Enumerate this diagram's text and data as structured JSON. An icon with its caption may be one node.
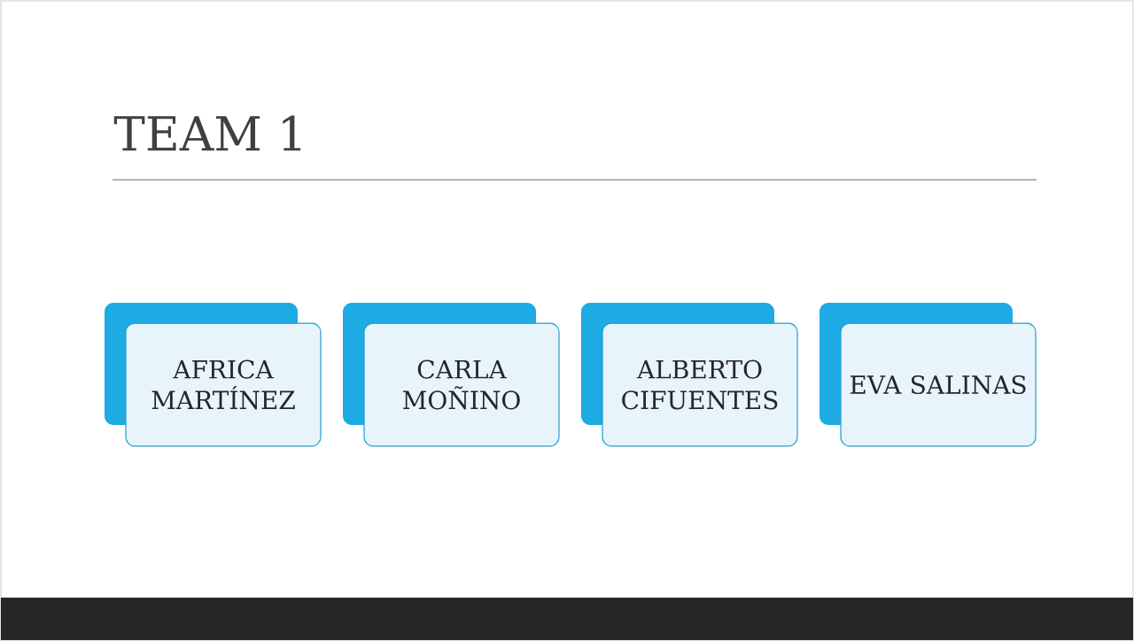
{
  "diagram": {
    "title": "TEAM 1",
    "nodes": [
      {
        "text": [
          "AFRICA MARTÍNEZ"
        ]
      },
      {
        "text": [
          "CARLA MOÑINO"
        ]
      },
      {
        "text": [
          "ALBERTO CIFUENTES"
        ]
      },
      {
        "text": [
          "EVA SALINAS"
        ]
      }
    ]
  }
}
